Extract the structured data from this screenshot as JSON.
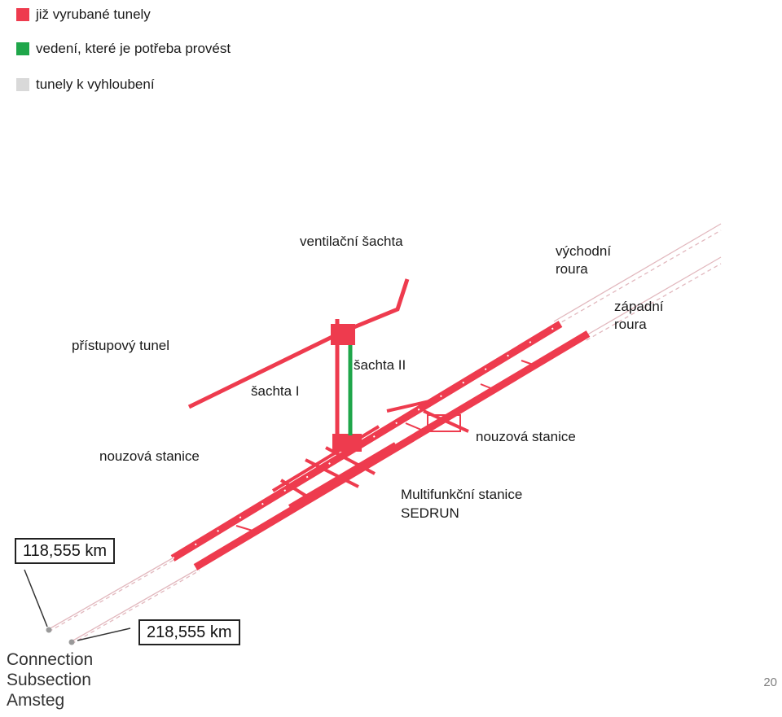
{
  "legend": [
    {
      "label": "již vyrubané tunely",
      "color": "#ee3b4e"
    },
    {
      "label": "vedení, které je potřeba provést",
      "color": "#1fa64a"
    },
    {
      "label": "tunely k vyhloubení",
      "color": "#d9d9d9"
    }
  ],
  "labels": {
    "ventilacni_sachta": "ventilační šachta",
    "vychodni_roura_1": "východní",
    "vychodni_roura_2": "roura",
    "zapadni_roura_1": "západní",
    "zapadni_roura_2": "roura",
    "pristupovy_tunel": "přístupový tunel",
    "sachta_1": "šachta I",
    "sachta_2": "šachta II",
    "nouzova_stanice_left": "nouzová stanice",
    "nouzova_stanice_right": "nouzová stanice",
    "multifunkcni_1": "Multifunkční stanice",
    "multifunkcni_2": "SEDRUN"
  },
  "km_markers": {
    "km_1": "118,555 km",
    "km_2": "218,555 km"
  },
  "connection": {
    "line1": "Connection",
    "line2": "Subsection",
    "line3": "Amsteg"
  },
  "page_number": "20",
  "colors": {
    "excavated": "#ee3b4e",
    "planned": "#1fa64a",
    "to_dig": "#d9d9d9"
  }
}
